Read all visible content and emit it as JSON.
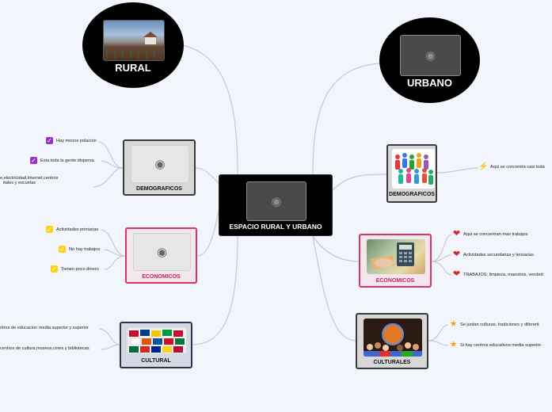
{
  "central": {
    "title": "ESPACIO RURAL Y URBANO"
  },
  "rural": {
    "title": "RURAL",
    "demograficos": {
      "title": "DEMOGRAFICOS",
      "items": [
        "Hay menos polacion",
        "Esta toda la gente dispersa",
        "e,electricidad,Internet,centros",
        "itales y escuelas"
      ]
    },
    "economicos": {
      "title": "ECONOMICOS",
      "items": [
        "Actividades primarias",
        "No hay trabajos",
        "Tienen poco dinero"
      ]
    },
    "cultural": {
      "title": "CULTURAL",
      "items": [
        "ntros de educacion media superior y superior",
        "centros de cultura,museos,cines y bibliotecas"
      ]
    }
  },
  "urbano": {
    "title": "URBANO",
    "demograficos": {
      "title": "DEMOGRAFICOS",
      "items": [
        "Aqui se concentra casi toda"
      ]
    },
    "economicos": {
      "title": "ECONOMICOS",
      "items": [
        "Aqui se concentran mas trabajos",
        "Actividades secundarias y tersiarias",
        "TRABAJOS: limpieza, maestros, vended"
      ]
    },
    "culturales": {
      "title": "CULTURALES",
      "items": [
        "Se juntan culturas, tradiciones y diferent",
        "Si hay centros educativos media superior"
      ]
    }
  },
  "icons": {
    "checkbox_purple": "check-icon",
    "checkbox_yellow": "check-icon",
    "heart": "heart-icon",
    "star": "star-icon",
    "lightning": "lightning-icon",
    "camera": "camera-icon"
  },
  "colors": {
    "background": "#f3f5fd",
    "central_fill": "#000000",
    "demograficos_border": "#3a3a3a",
    "economicos_border": "#d8346a",
    "economicos_text": "#c8245a",
    "cultural_border": "#2a3350",
    "cultural_fill": "#d4d8e2",
    "connector": "#c6c9d1",
    "purple_check": "#9c2fc6",
    "yellow_check": "#ffd21a",
    "heart": "#d32a2a",
    "star": "#f4a21a"
  }
}
